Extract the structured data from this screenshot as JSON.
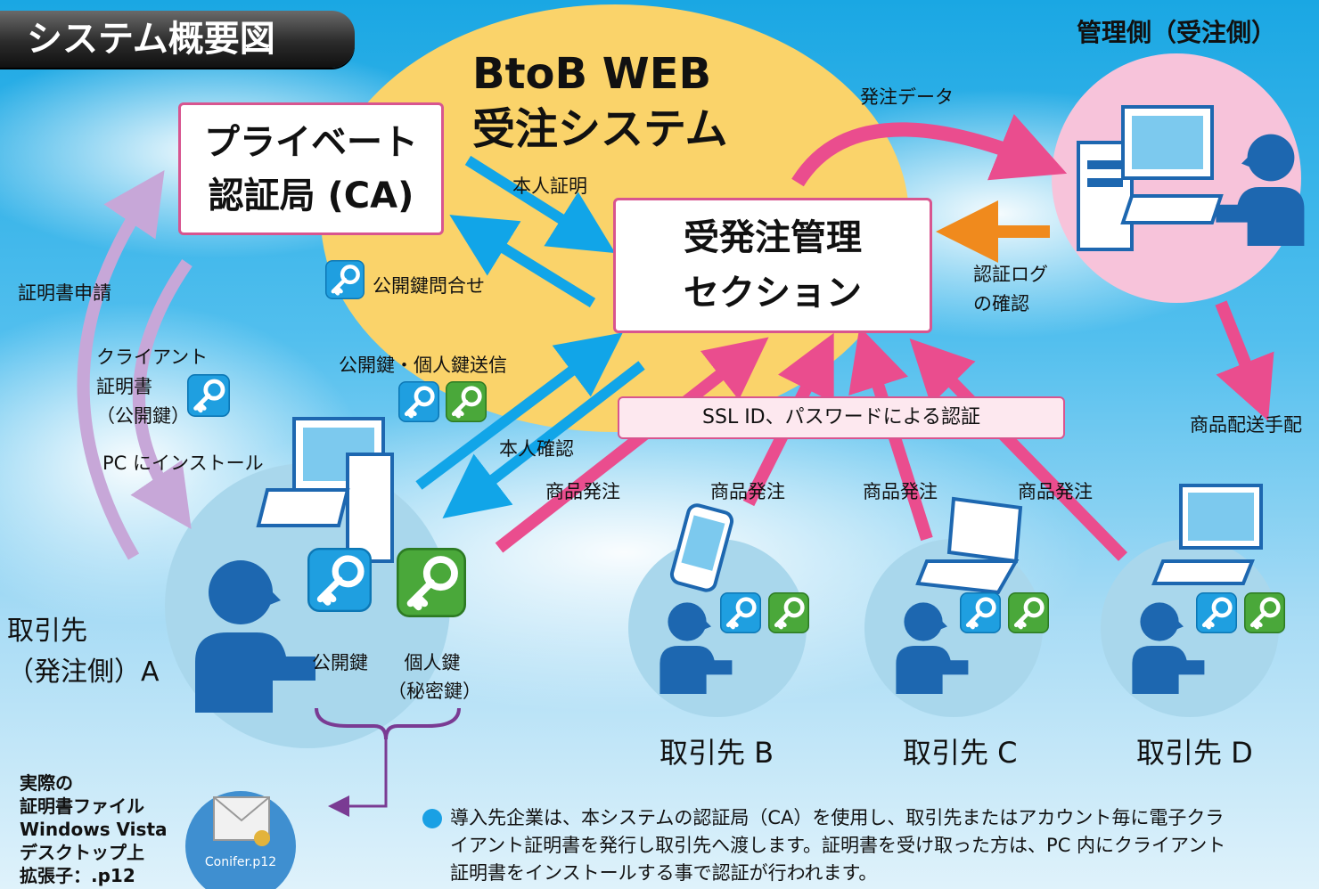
{
  "title": "システム概要図",
  "admin_side": "管理側（受注側）",
  "web_system": {
    "line1": "BtoB WEB",
    "line2": "受注システム"
  },
  "ca_box": {
    "line1": "プライベート",
    "line2": "認証局 (CA)"
  },
  "management_box": {
    "line1": "受発注管理",
    "line2": "セクション"
  },
  "arrows": {
    "order_data": "発注データ",
    "identity_proof": "本人証明",
    "public_key_query": "公開鍵問合せ",
    "auth_log_1": "認証ログ",
    "auth_log_2": "の確認",
    "delivery": "商品配送手配",
    "cert_request": "証明書申請",
    "client_cert_1": "クライアント",
    "client_cert_2": "証明書",
    "client_cert_3": "（公開鍵）",
    "install": "PC にインストール",
    "keys_send": "公開鍵・個人鍵送信",
    "identity_confirm": "本人確認",
    "ssl_auth": "SSL ID、パスワードによる認証",
    "order_a": "商品発注",
    "order_b": "商品発注",
    "order_c": "商品発注",
    "order_d": "商品発注"
  },
  "client_a": {
    "line1": "取引先",
    "line2": "（発注側）A",
    "public_key": "公開鍵",
    "private_key_1": "個人鍵",
    "private_key_2": "（秘密鍵）"
  },
  "clients": [
    "取引先 B",
    "取引先 C",
    "取引先 D"
  ],
  "cert_file_note": [
    "実際の",
    "証明書ファイル",
    "Windows Vista",
    "デスクトップ上",
    "拡張子：.p12"
  ],
  "cert_file_name": "Conifer.p12",
  "description": {
    "line1": "導入先企業は、本システムの認証局（CA）を使用し、取引先またはアカウント毎に電子クラ",
    "line2": "イアント証明書を発行し取引先へ渡します。証明書を受け取った方は、PC 内にクライアント",
    "line3": "証明書をインストールする事で認証が行われます。"
  },
  "colors": {
    "sky": "#1aa7e3",
    "yellow": "#fad36a",
    "pink_circle": "#f7c3da",
    "client_circle": "#a9d7ec",
    "blue_arrow": "#11a5e8",
    "pink_arrow": "#ea4d8e",
    "orange_arrow": "#f08a1d",
    "purple_arrow": "#c7a7d8",
    "person": "#1d67b0",
    "pub_key": "#1f9fe0",
    "priv_key": "#4aa83a"
  }
}
